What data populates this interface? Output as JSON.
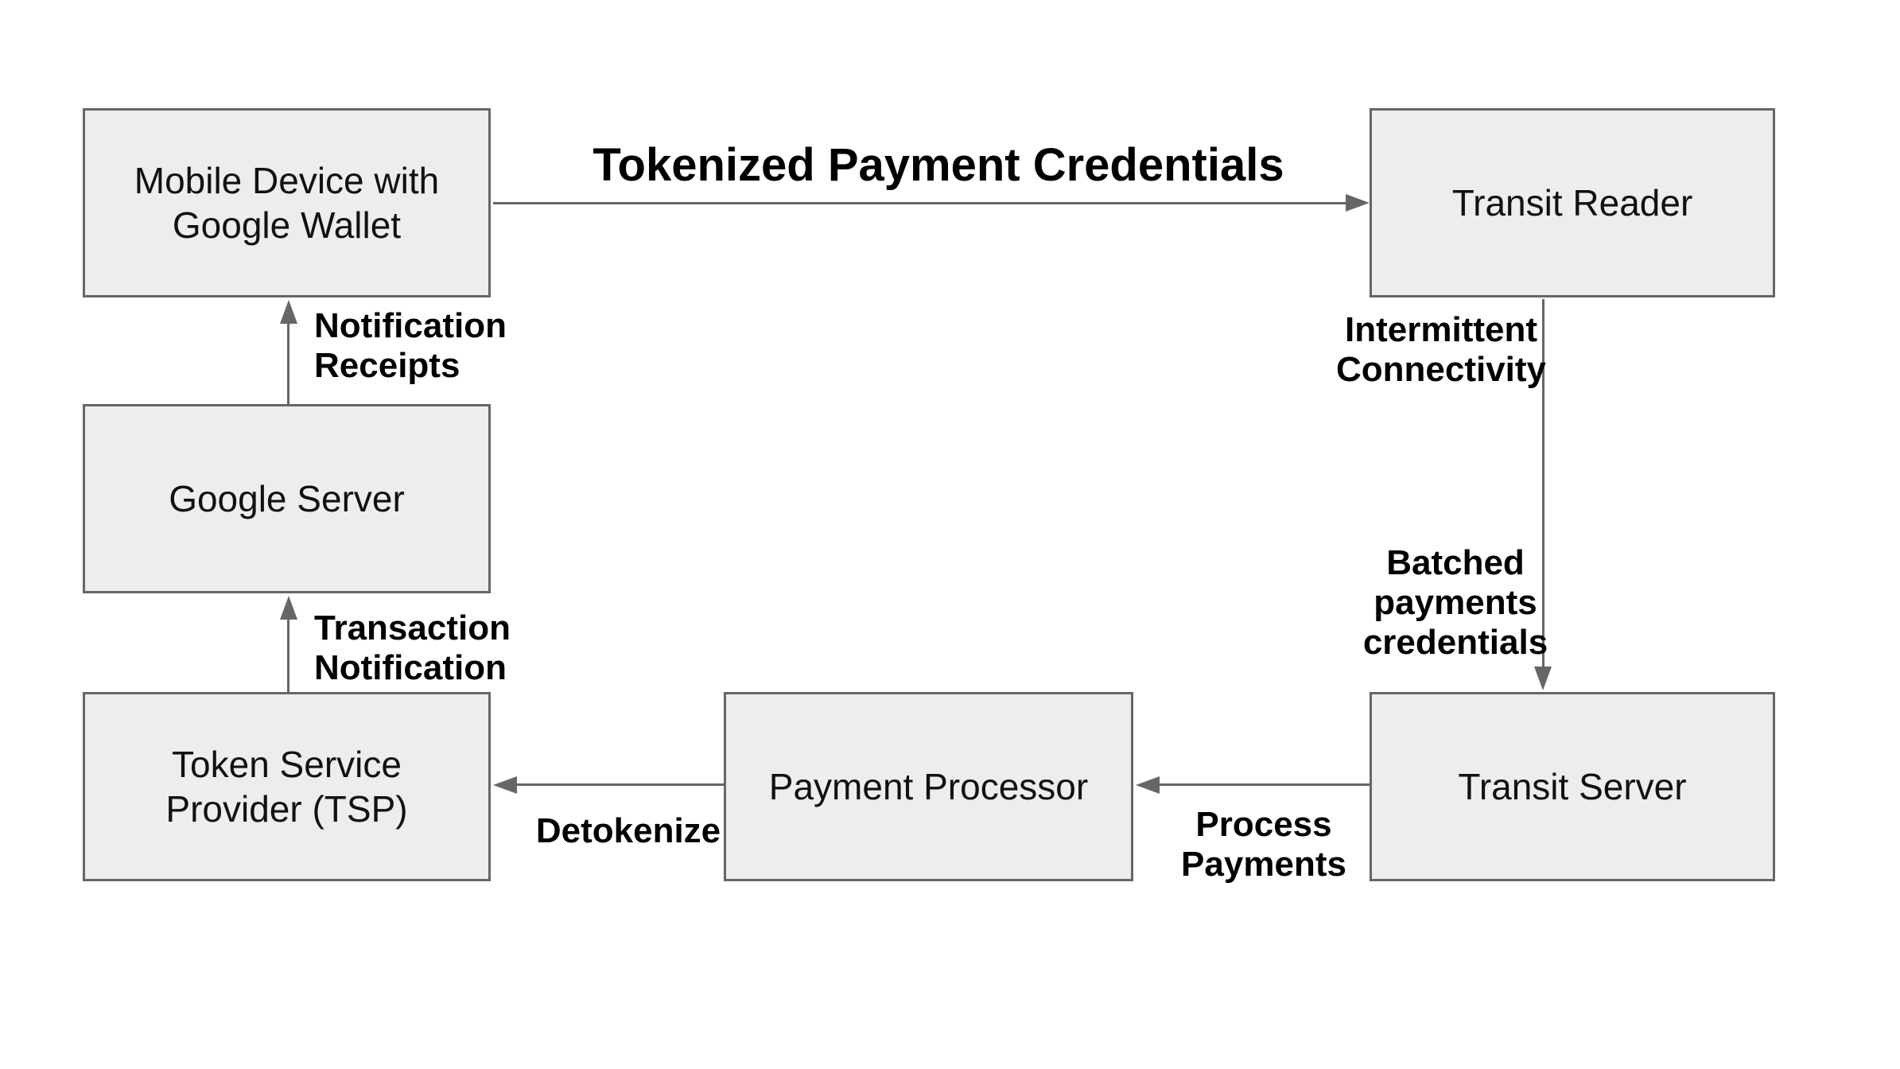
{
  "colors": {
    "background": "#ffffff",
    "node_fill": "#ededed",
    "node_border": "#666666",
    "edge": "#666666",
    "node_text": "#111111",
    "label_text": "#000000"
  },
  "nodes": {
    "mobile_device": {
      "label": "Mobile Device with\nGoogle Wallet"
    },
    "transit_reader": {
      "label": "Transit Reader"
    },
    "google_server": {
      "label": "Google Server"
    },
    "token_service_provider": {
      "label": "Token Service\nProvider (TSP)"
    },
    "payment_processor": {
      "label": "Payment Processor"
    },
    "transit_server": {
      "label": "Transit Server"
    }
  },
  "edges": {
    "tokenized_payment_credentials": {
      "label": "Tokenized Payment Credentials",
      "from": "mobile_device",
      "to": "transit_reader"
    },
    "notification_receipts": {
      "label": "Notification\nReceipts",
      "from": "google_server",
      "to": "mobile_device"
    },
    "transaction_notification": {
      "label": "Transaction\nNotification",
      "from": "token_service_provider",
      "to": "google_server"
    },
    "intermittent_connectivity": {
      "label": "Intermittent\nConnectivity",
      "from": "transit_reader",
      "to": "transit_server"
    },
    "batched_payments_credentials": {
      "label": "Batched\npayments\ncredentials",
      "from": "transit_reader",
      "to": "transit_server"
    },
    "process_payments": {
      "label": "Process\nPayments",
      "from": "transit_server",
      "to": "payment_processor"
    },
    "detokenize": {
      "label": "Detokenize",
      "from": "payment_processor",
      "to": "token_service_provider"
    }
  }
}
